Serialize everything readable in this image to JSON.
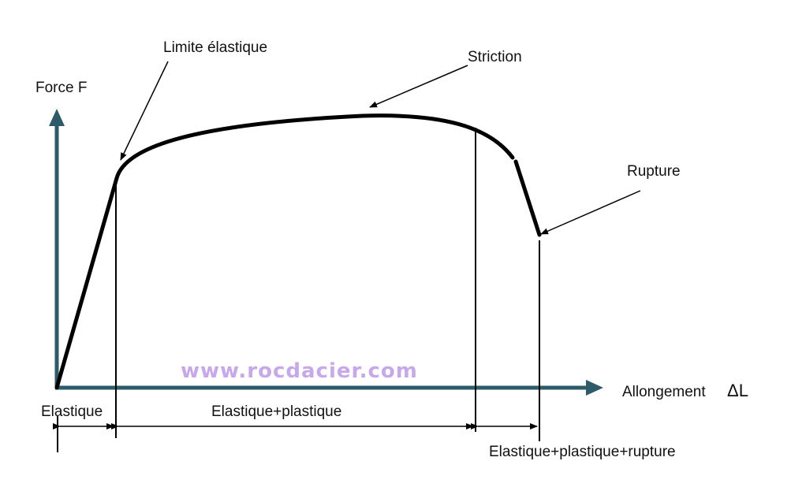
{
  "colors": {
    "axis": "#2e5b6a",
    "curve": "#000000",
    "text": "#111111",
    "watermark": "#c7a8ea"
  },
  "labels": {
    "y_axis": "Force F",
    "x_axis": "Allongement",
    "x_axis_symbol": "ΔL",
    "limite_elastique": "Limite élastique",
    "striction": "Striction",
    "rupture": "Rupture"
  },
  "zones": {
    "elastique": "Elastique",
    "elastique_plastique": "Elastique+plastique",
    "elastique_plastique_rupture": "Elastique+plastique+rupture"
  },
  "watermark": "www.rocdacier.com"
}
